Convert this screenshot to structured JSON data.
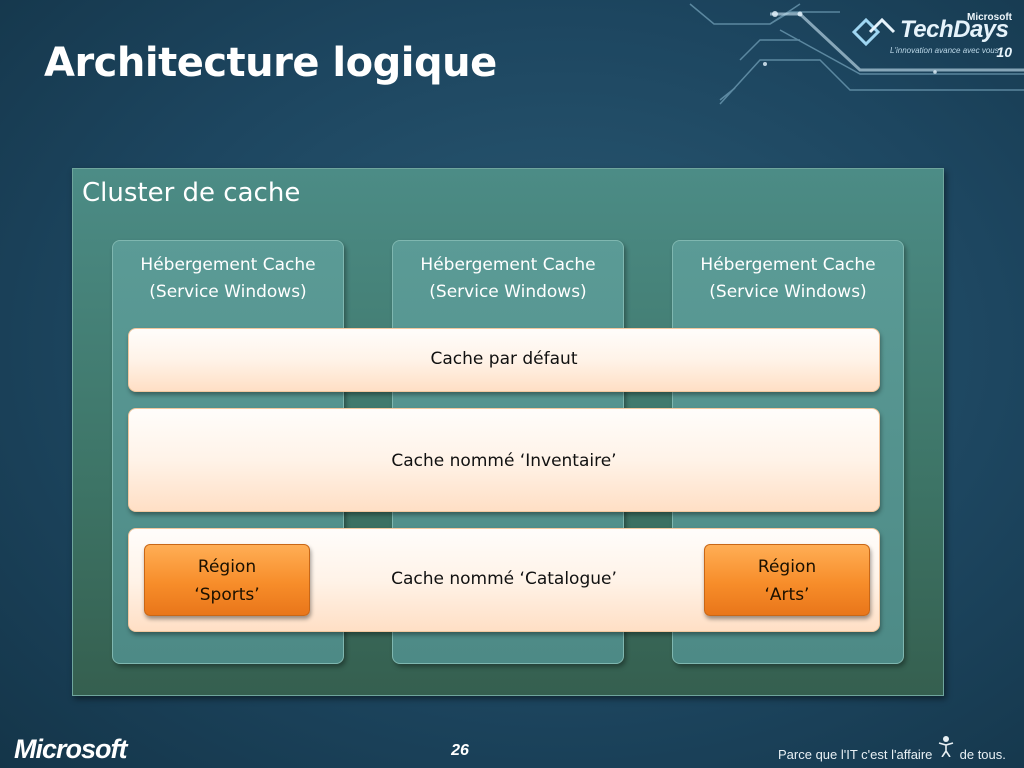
{
  "slide": {
    "title": "Architecture logique",
    "page_number": "26"
  },
  "logo": {
    "brand": "Microsoft",
    "name": "TechDays",
    "edition": "10",
    "tagline": "L'innovation avance avec vous"
  },
  "cluster": {
    "label": "Cluster de cache",
    "hosts": [
      {
        "line1": "Hébergement Cache",
        "line2": "(Service Windows)"
      },
      {
        "line1": "Hébergement Cache",
        "line2": "(Service Windows)"
      },
      {
        "line1": "Hébergement Cache",
        "line2": "(Service Windows)"
      }
    ],
    "caches": {
      "default": "Cache par défaut",
      "inventory": "Cache nommé ‘Inventaire’",
      "catalog": "Cache nommé ‘Catalogue’"
    },
    "regions": [
      {
        "line1": "Région",
        "line2": "‘Sports’"
      },
      {
        "line1": "Région",
        "line2": "‘Arts’"
      }
    ]
  },
  "footer": {
    "microsoft_logo": "Microsoft",
    "tagline_before": "Parce que l'IT c'est l'affaire",
    "tagline_after": "de tous."
  },
  "colors": {
    "background": "#1d4660",
    "cluster": "#4c8c86",
    "host": "#5b9b96",
    "cache": "#fff3e8",
    "region": "#f78d2a"
  }
}
